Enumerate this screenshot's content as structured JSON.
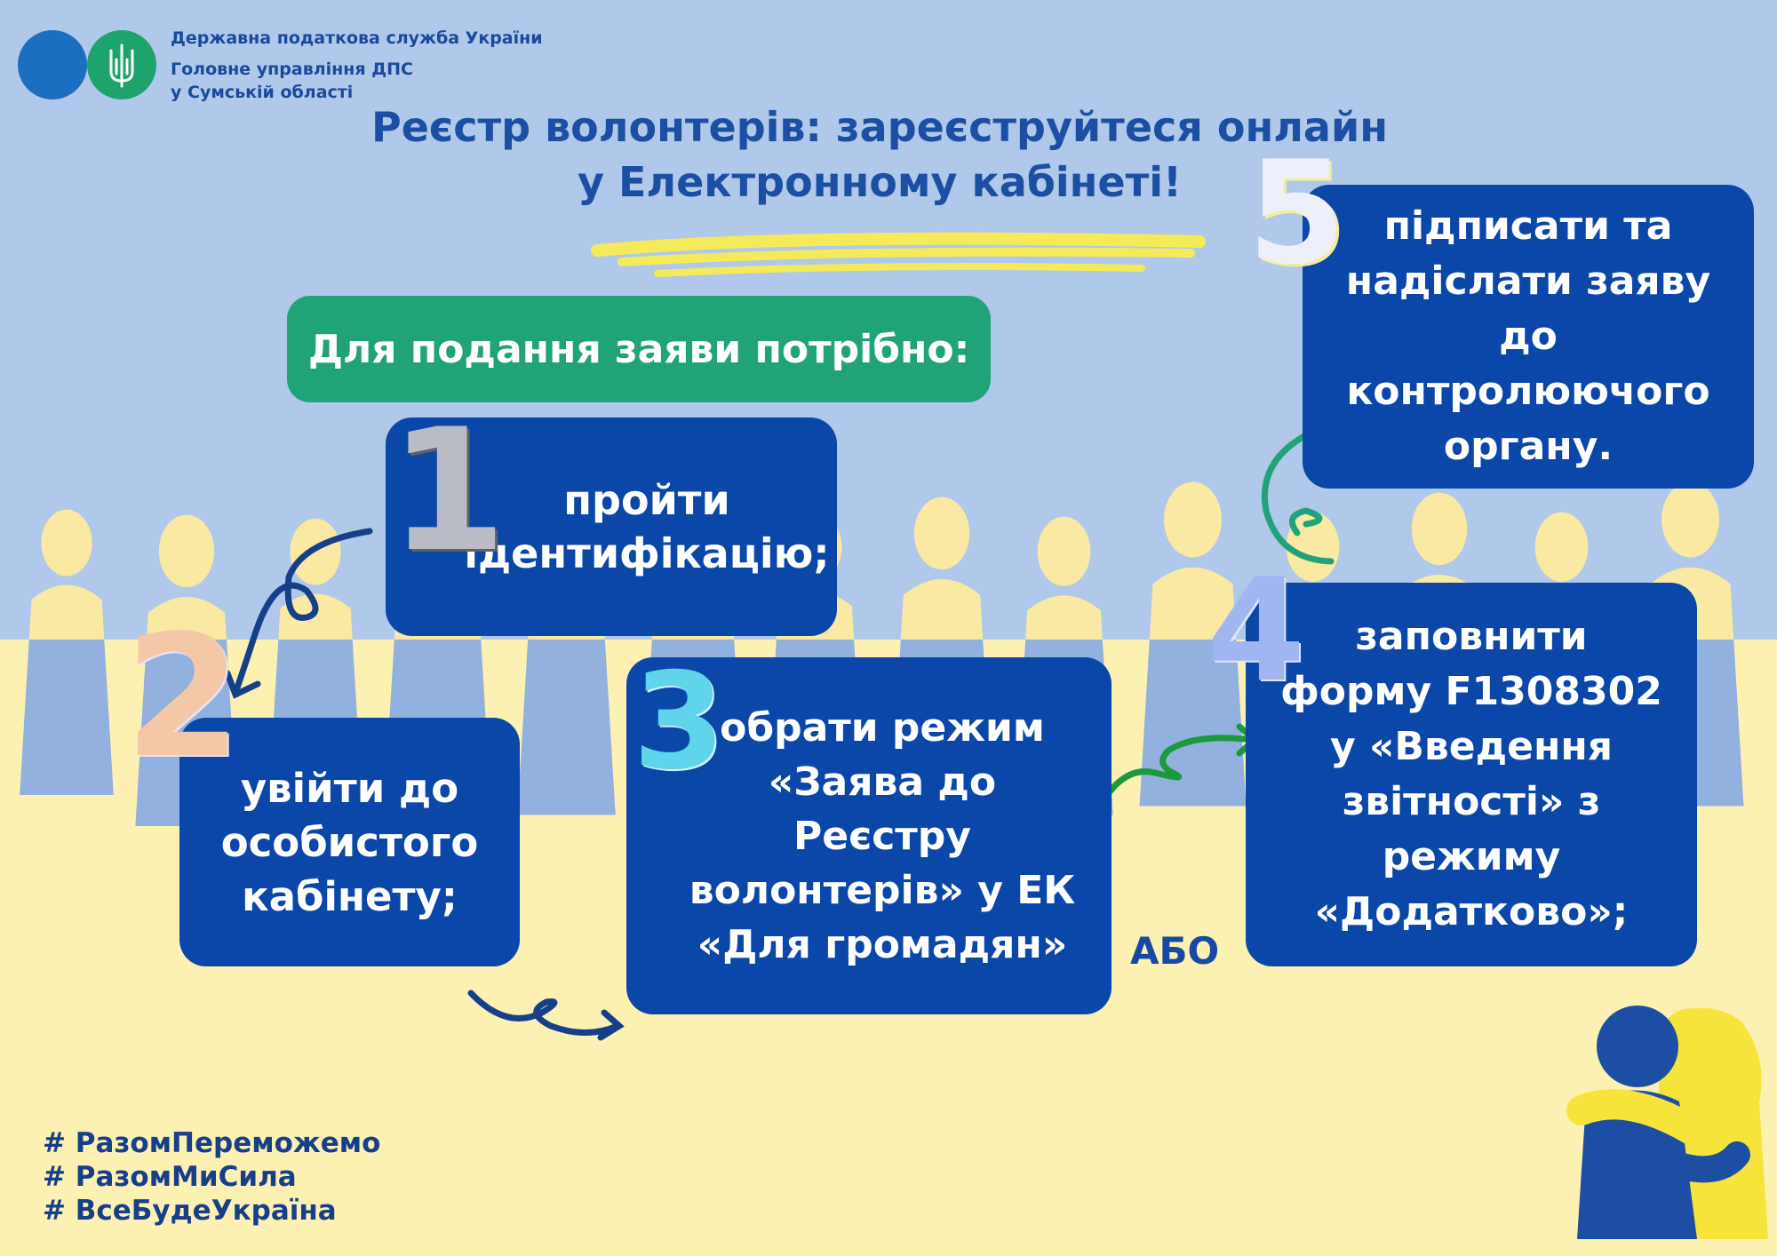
{
  "header": {
    "org_name": "Державна податкова служба України",
    "department_line1": "Головне управління ДПС",
    "department_line2": "у Сумській області",
    "logo": "tryzub-icon"
  },
  "title": {
    "line1": "Реєстр волонтерів: зареєструйтеся онлайн",
    "line2": "у Електронному кабінеті!"
  },
  "intro": "Для подання заяви потрібно:",
  "steps": [
    {
      "number": "1",
      "lines": [
        "пройти",
        "ідентифікацію;"
      ]
    },
    {
      "number": "2",
      "lines": [
        "увійти до",
        "особистого",
        "кабінету;"
      ]
    },
    {
      "number": "3",
      "lines": [
        "обрати режим",
        "«Заява до",
        "Реєстру",
        "волонтерів» у ЕК",
        "«Для громадян»"
      ]
    },
    {
      "number": "4",
      "lines": [
        "заповнити",
        "форму F1308302",
        "у «Введення",
        "звітності» з",
        "режиму",
        "«Додатково»;"
      ]
    },
    {
      "number": "5",
      "lines": [
        "підписати та",
        "надіслати заяву",
        "до",
        "контролюючого",
        "органу."
      ]
    }
  ],
  "or_label": "АБО",
  "hashtags": [
    "# РазомПереможемо",
    "# РазомМиСила",
    "# ВсеБудеУкраїна"
  ],
  "colors": {
    "sky": "#b0c8e9",
    "sand": "#fdf0b3",
    "silhouette_yellow": "#fae9a2",
    "silhouette_blue": "#92b1de",
    "box_blue": "#0b47a8",
    "accent_green": "#21a37a",
    "title_blue": "#1c4fa3",
    "arrow_navy": "#163f8a",
    "arrow_green": "#1a9a3a",
    "highlight_yellow": "#f5ea5a"
  }
}
